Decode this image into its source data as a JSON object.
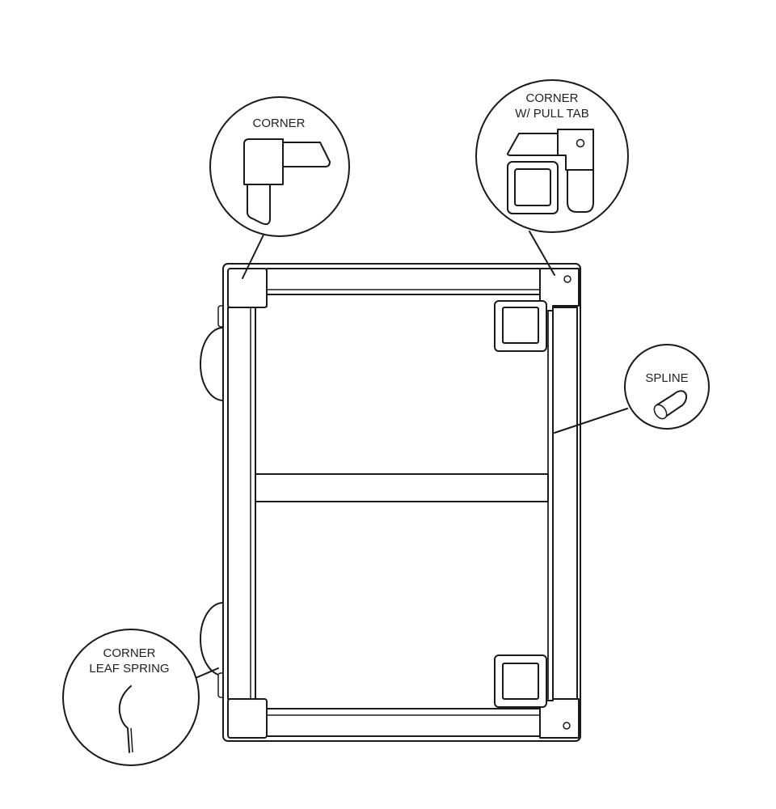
{
  "callouts": {
    "corner": {
      "label": "CORNER"
    },
    "corner_pull_tab": {
      "line1": "CORNER",
      "line2": "W/ PULL TAB"
    },
    "spline": {
      "label": "SPLINE"
    },
    "corner_leaf_spring": {
      "line1": "CORNER",
      "line2": "LEAF SPRING"
    }
  },
  "colors": {
    "line": "#1a1a1a",
    "background": "#ffffff"
  }
}
